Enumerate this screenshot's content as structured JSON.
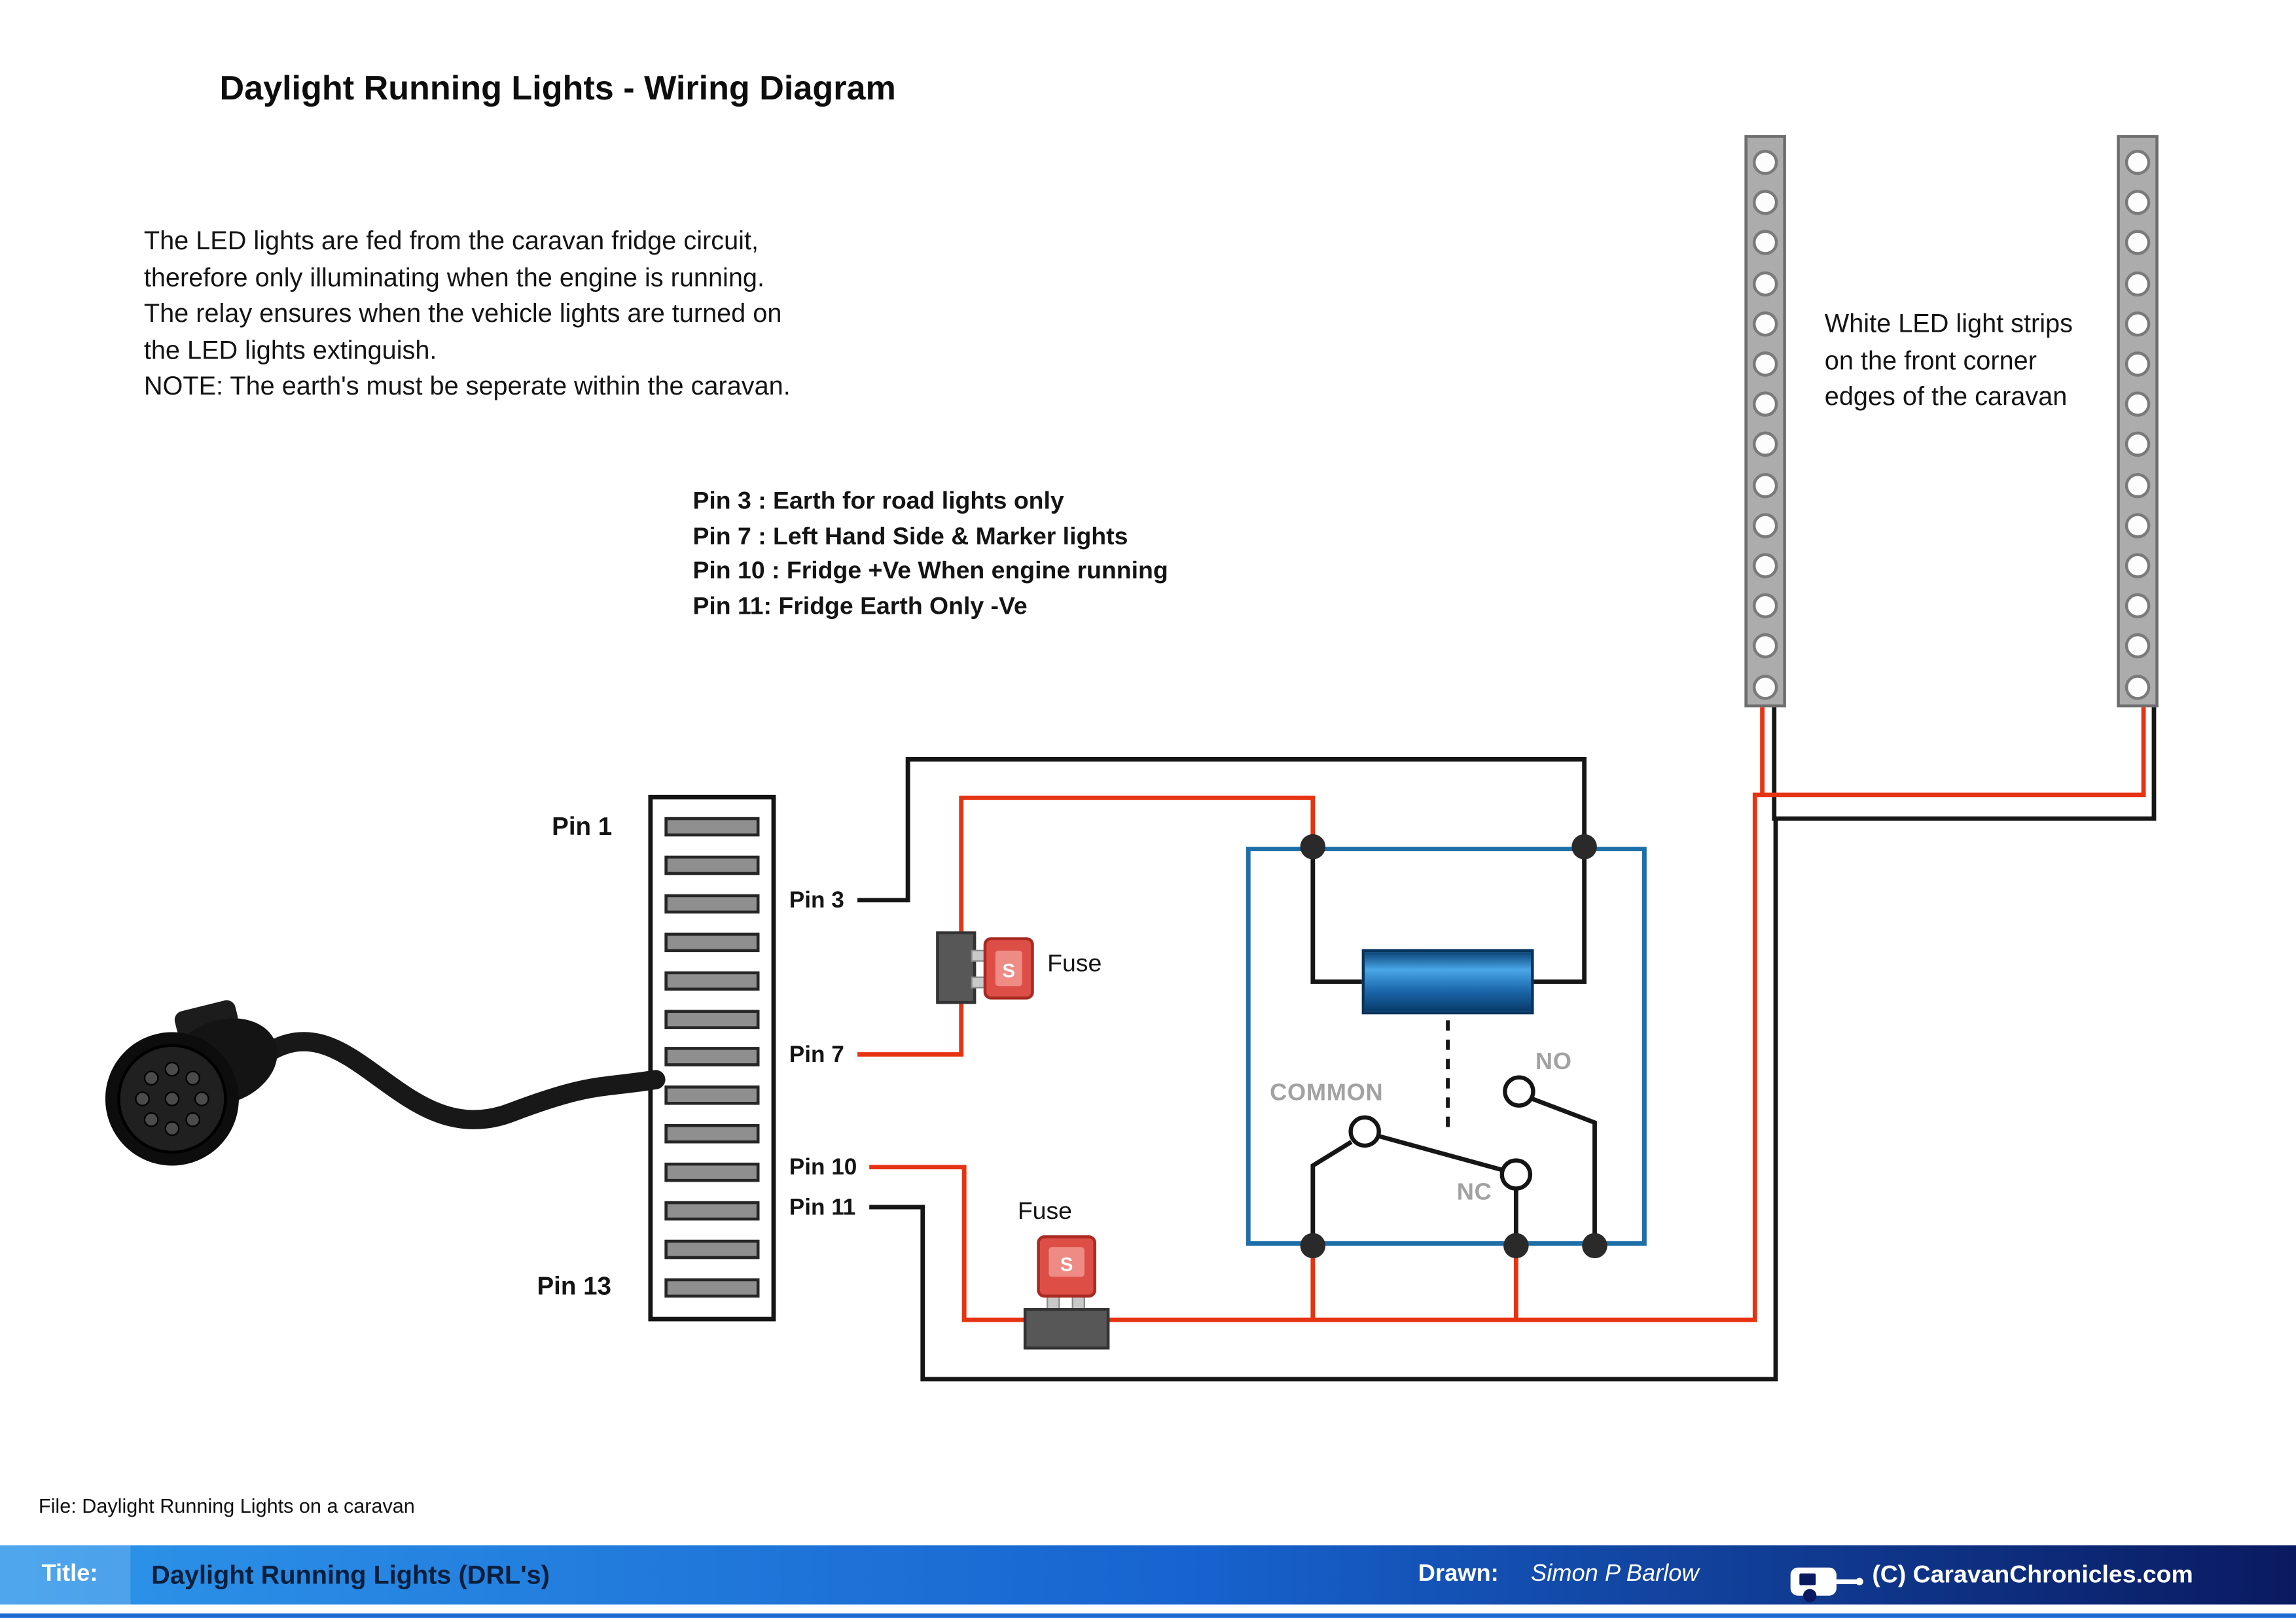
{
  "page": {
    "title": "Daylight Running Lights - Wiring Diagram"
  },
  "description": "The LED lights are fed from the caravan fridge circuit,\ntherefore only illuminating when the engine is running.\nThe relay ensures when the vehicle lights are turned on\nthe LED lights extinguish.\nNOTE: The earth's must be seperate within the caravan.",
  "legend": [
    "Pin 3 : Earth for road lights only",
    "Pin 7 : Left Hand Side & Marker lights",
    "Pin 10 : Fridge +Ve When engine running",
    "Pin 11: Fridge Earth Only -Ve"
  ],
  "led_strips": {
    "note": "White LED light strips on the front corner edges of the caravan",
    "led_count": 14
  },
  "connector": {
    "pin_count": 13,
    "pin1": "Pin 1",
    "pin13": "Pin 13",
    "pin3": "Pin 3",
    "pin7": "Pin 7",
    "pin10": "Pin 10",
    "pin11": "Pin 11"
  },
  "fuses": {
    "fuse1_label": "Fuse",
    "fuse2_label": "Fuse",
    "marking": "S"
  },
  "relay": {
    "common": "COMMON",
    "no": "NO",
    "nc": "NC"
  },
  "footer": {
    "file_line": "File: Daylight Running Lights on a caravan",
    "title_label": "Title:",
    "title_value": "Daylight Running Lights (DRL's)",
    "drawn_label": "Drawn:",
    "drawn_value": "Simon P Barlow",
    "copyright": "(C) CaravanChronicles.com"
  },
  "colors": {
    "wire_red": "#e63312",
    "wire_black": "#161616",
    "relay_outline": "#1e6fa8",
    "bar_blue_left": "#2e96ea",
    "bar_blue_right": "#0a1a60"
  }
}
